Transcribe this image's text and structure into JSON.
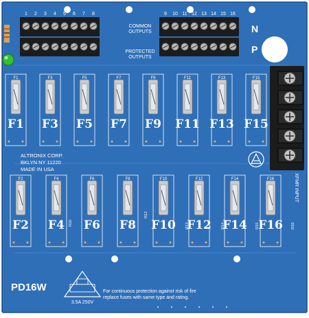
{
  "board": {
    "model": "PD16W",
    "maker_line1": "ALTRONIX CORP.",
    "maker_line2": "BKLYN NY 11220",
    "maker_line3": "MADE IN USA",
    "common_line1": "COMMON",
    "common_line2": "OUTPUTS",
    "protected_line1": "PROTECTED",
    "protected_line2": "OUTPUTS",
    "n_mark": "N",
    "p_mark": "P",
    "xfmr": "XFMR INPUT",
    "warning_line1": "For continuous protection against risk of fire",
    "warning_line2": "replace fuses with same type and rating.",
    "fuse_rating": "3.5A 250V",
    "colors": {
      "board": "#2f6fb7",
      "terminal": "#1c1c1c",
      "screw": "#b9b9b9",
      "led": "#35c12e"
    }
  },
  "terminals_left": [
    "1",
    "2",
    "3",
    "4",
    "5",
    "6",
    "7",
    "8"
  ],
  "terminals_right": [
    "9",
    "10",
    "11",
    "12",
    "13",
    "14",
    "15",
    "16"
  ],
  "fuses_top": [
    {
      "small": "F1",
      "big": "F1"
    },
    {
      "small": "F3",
      "big": "F3"
    },
    {
      "small": "F5",
      "big": "F5"
    },
    {
      "small": "F7",
      "big": "F7"
    },
    {
      "small": "F9",
      "big": "F9"
    },
    {
      "small": "F11",
      "big": "F11"
    },
    {
      "small": "F13",
      "big": "F13"
    },
    {
      "small": "F15",
      "big": "F15"
    }
  ],
  "fuses_bottom": [
    {
      "small": "F2",
      "big": "F2"
    },
    {
      "small": "F4",
      "big": "F4"
    },
    {
      "small": "F6",
      "big": "F6"
    },
    {
      "small": "F8",
      "big": "F8"
    },
    {
      "small": "F10",
      "big": "F10"
    },
    {
      "small": "F12",
      "big": "F12"
    },
    {
      "small": "F14",
      "big": "F14"
    },
    {
      "small": "F16",
      "big": "F16"
    }
  ],
  "resistors": [
    "R10",
    "R12",
    "R13",
    "R14",
    "R15",
    "R16"
  ]
}
